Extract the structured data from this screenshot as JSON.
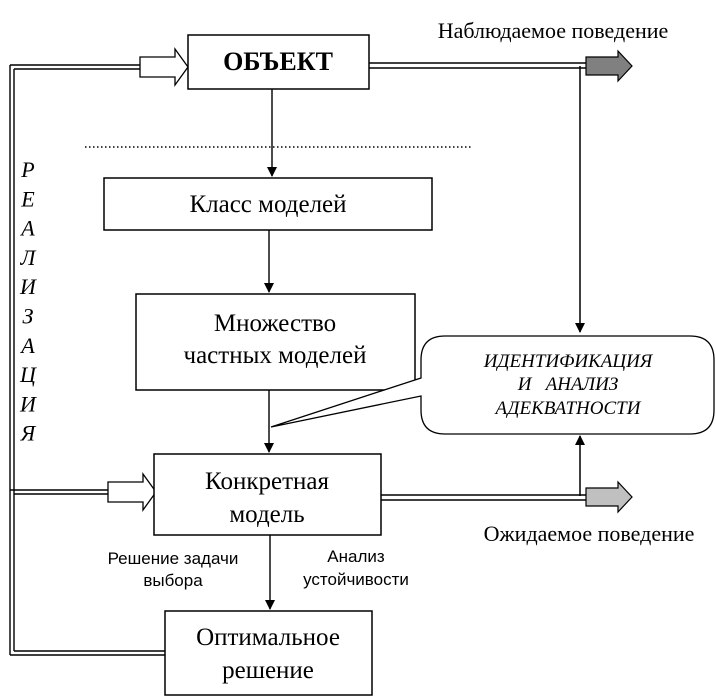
{
  "boxes": {
    "object": "ОБЪЕКТ",
    "model_class": "Класс моделей",
    "partial_models_line1": "Множество",
    "partial_models_line2": "частных моделей",
    "concrete_model_line1": "Конкретная",
    "concrete_model_line2": "модель",
    "optimal_line1": "Оптимальное",
    "optimal_line2": "решение"
  },
  "identification": {
    "line1": "ИДЕНТИФИКАЦИЯ",
    "line2": "И   АНАЛИЗ",
    "line3": "АДЕКВАТНОСТИ"
  },
  "labels": {
    "observed_behavior": "Наблюдаемое поведение",
    "expected_behavior": "Ожидаемое поведение",
    "choice_task_line1": "Решение задачи",
    "choice_task_line2": "выбора",
    "stability_line1": "Анализ",
    "stability_line2": "устойчивости"
  },
  "realization_letters": [
    "Р",
    "Е",
    "А",
    "Л",
    "И",
    "З",
    "А",
    "Ц",
    "И",
    "Я"
  ]
}
